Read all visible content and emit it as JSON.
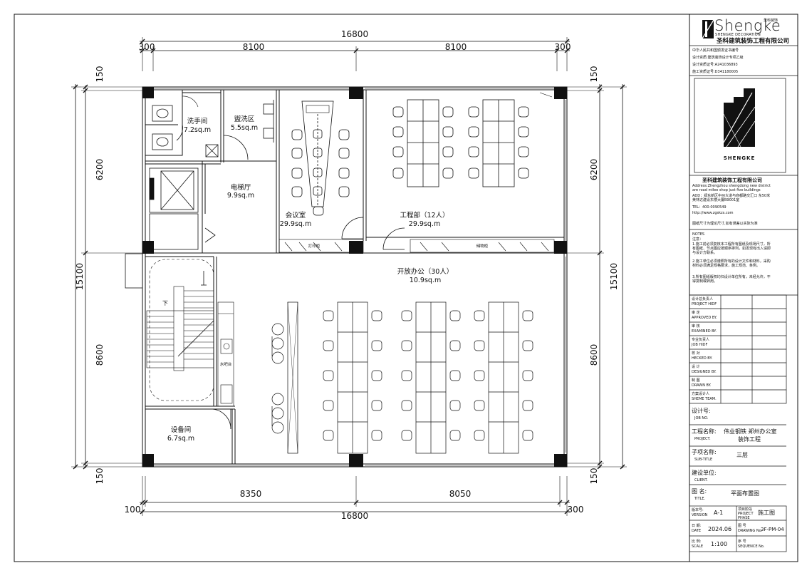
{
  "dimensions": {
    "top_total": "16800",
    "top_parts": [
      "300",
      "8100",
      "8100",
      "300"
    ],
    "bottom_total": "16800",
    "bottom_parts": [
      "100",
      "8350",
      "8050",
      "300"
    ],
    "left": [
      "150",
      "6200",
      "15100",
      "8600",
      "150"
    ],
    "right": [
      "150",
      "6200",
      "15100",
      "8600",
      "150"
    ]
  },
  "rooms": {
    "restroom": {
      "name": "洗手间",
      "area": "7.2sq.m"
    },
    "washing": {
      "name": "盥洗区",
      "area": "5.5sq.m"
    },
    "lobby": {
      "name": "电梯厅",
      "area": "9.9sq.m"
    },
    "meeting": {
      "name": "会议室",
      "area": "29.9sq.m"
    },
    "engineering": {
      "name": "工程部（12人）",
      "area": "29.9sq.m"
    },
    "open_office": {
      "name": "开放办公（30人）",
      "area": "10.9sq.m"
    },
    "equipment": {
      "name": "设备间",
      "area": "6.7sq.m"
    }
  },
  "labels": {
    "cabinet1": "打印柜",
    "cabinet2": "储物柜",
    "water_bar": "水吧台",
    "stair_down": "下"
  },
  "title_block": {
    "brand": "Shengke",
    "brand_sub": "SHENGKE DECORATION",
    "company": "圣科建筑装饰工程有限公司",
    "company_small": "圣科装饰",
    "cert_lines": [
      "中华人民共和国颁发证书编号",
      "设计资质:建筑装饰设计专项乙级",
      "设计资质证号:A241036893",
      "施工资质证号:D341180005"
    ],
    "contact_company": "圣科建筑装饰工程有限公司",
    "address_en": "Address:Zhengzhou shengdong new district are road milee shop just five buildings",
    "address_cn": "ADD：郑东新区中州大道与商都路交汇口 东50米美林达建设东楼大厦B9001室",
    "tel": "TEL：400-0090549",
    "web": "http://www.zgskzs.com",
    "dim_note": "图纸尺寸为理论尺寸,如有误差以实际为准",
    "notes_title": "NOTES",
    "notes_sub": "注意：",
    "notes": [
      "1.施工前必须复核本工程所有图纸及现场尺寸，所有图纸、节点图应按顺序排列，如发现有出入请即与设计方联系。",
      "2.施工单位必须遵照所有的设计文件和材料，采购材料必须满足规格要求，施工规范、条例。",
      "3.所有图纸版权均归设计单位所有，未经允许，不得复制或转用。"
    ],
    "sign_rows": [
      {
        "cn": "设计总负责人",
        "en": "PROJECT HIDF"
      },
      {
        "cn": "审 定",
        "en": "APPROVED BY."
      },
      {
        "cn": "审 核",
        "en": "EXAMINED BY."
      },
      {
        "cn": "专业负责人",
        "en": "JOB HIDF"
      },
      {
        "cn": "校 对",
        "en": "HECKED BY."
      },
      {
        "cn": "设 计",
        "en": "DESIGNED BY."
      },
      {
        "cn": "制 图",
        "en": "DRAWN BY."
      },
      {
        "cn": "方案设计人",
        "en": "SHEME TEAM."
      }
    ],
    "design_no": {
      "cn": "设计号:",
      "en": "JOB NO."
    },
    "project": {
      "cn": "工程名称:",
      "en": "PROJECT.",
      "value1": "伟业钢铁 郑州办公室",
      "value2": "装饰工程"
    },
    "subtitle": {
      "cn": "子项名称:",
      "en": "SUB-TITLE",
      "value": "三层"
    },
    "client": {
      "cn": "建设单位:",
      "en": "CLIENT."
    },
    "drawing_title": {
      "cn": "图 名:",
      "en": "TITLE.",
      "value": "平面布置图"
    },
    "version": {
      "cn": "版本号:",
      "en": "VERSION",
      "value": "A-1"
    },
    "phase": {
      "cn": "项目阶段",
      "en": "PROJECT PHASE",
      "value": "施工图"
    },
    "date": {
      "cn": "日 期:",
      "en": "DATE",
      "value": "2024.06"
    },
    "drawing_no": {
      "cn": "图 号",
      "en": "DRAWING No.",
      "value": "3F-PM-04"
    },
    "scale": {
      "cn": "比 例:",
      "en": "SCALE",
      "value": "1:100"
    },
    "sequence": {
      "cn": "序 号",
      "en": "SEQUENCE No."
    }
  }
}
